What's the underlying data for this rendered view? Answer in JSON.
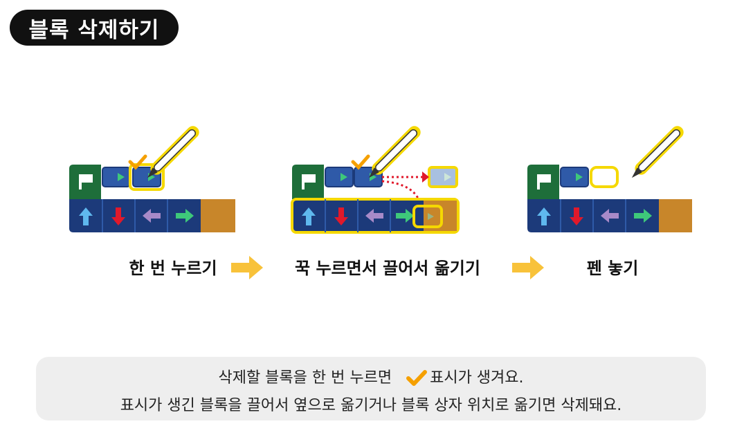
{
  "header": {
    "title": "블록 삭제하기"
  },
  "steps": [
    {
      "label": "한 번 누르기"
    },
    {
      "label": "꾹 누르면서 끌어서 옮기기"
    },
    {
      "label": "펜 놓기"
    }
  ],
  "note": {
    "line1_before": "삭제할 블록을 한 번 누르면",
    "line1_after": "표시가 생겨요.",
    "line2": "표시가 생긴 블록을 끌어서 옆으로 옮기거나 블록 상자 위치로 옮기면 삭제돼요."
  },
  "colors": {
    "flag_green": "#1e6e3a",
    "block_blue": "#2f5aa8",
    "palette_navy": "#1c3a7a",
    "palette_gold": "#c8862a",
    "highlight_yellow": "#f5d800",
    "arrow_yellow": "#f8c23a",
    "check_orange": "#f5a000",
    "drag_red": "#e0192b"
  },
  "icons": [
    "flag-icon",
    "right-arrow-icon",
    "up-arrow-icon",
    "down-arrow-icon",
    "left-arrow-icon",
    "pen-icon",
    "check-icon"
  ]
}
